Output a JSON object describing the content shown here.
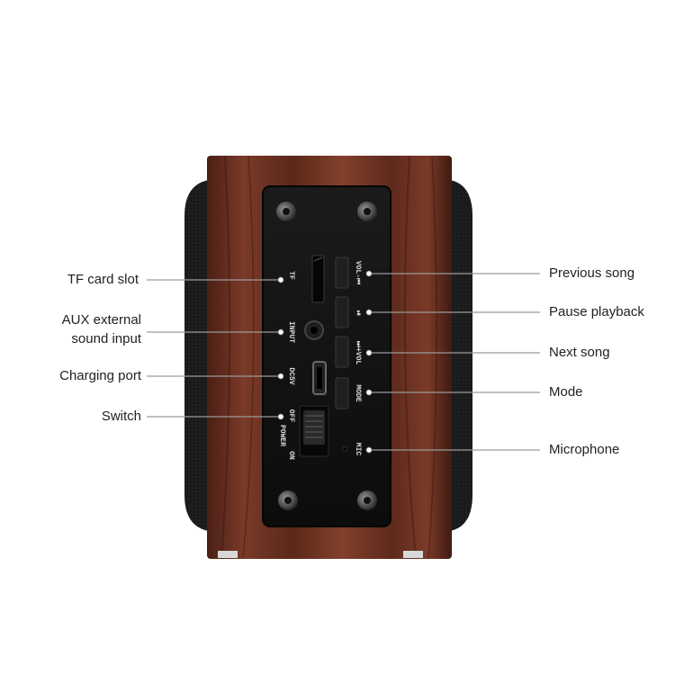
{
  "colors": {
    "wood_dark": "#3a1a12",
    "wood_mid": "#6b3224",
    "panel": "#121212",
    "leader": "#9a9a9a",
    "dot": "#ffffff",
    "fabric": "#1c1c1c"
  },
  "callouts": {
    "tf_card_slot": "TF card slot",
    "aux_line1": "AUX external",
    "aux_line2": "sound input",
    "charging_port": "Charging port",
    "switch": "Switch",
    "previous_song": "Previous song",
    "pause_playback": "Pause playback",
    "next_song": "Next song",
    "mode": "Mode",
    "microphone": "Microphone"
  },
  "panel_labels": {
    "tf": "TF",
    "input": "INPUT",
    "dc5v": "DC5V",
    "off": "OFF",
    "power": "POWER",
    "on": "ON",
    "vol_minus": "VOL-⏮",
    "play_pause": "⏯",
    "vol_plus": "⏭+VOL",
    "mode": "MODE",
    "mic": "MIC"
  }
}
